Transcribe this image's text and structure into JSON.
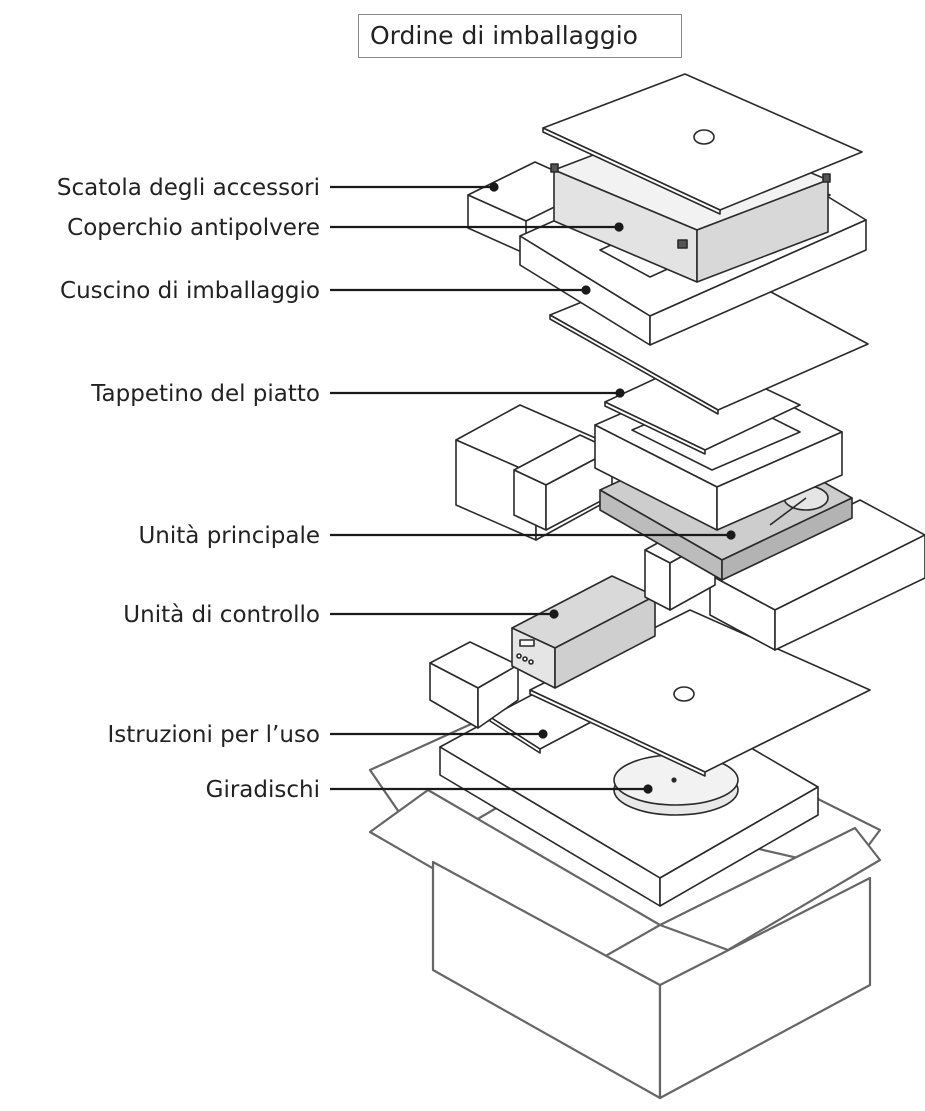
{
  "title": "Ordine di imballaggio",
  "labels": {
    "accessory_box": "Scatola degli accessori",
    "dust_cover": "Coperchio antipolvere",
    "packing_cushion": "Cuscino di imballaggio",
    "platter_mat": "Tappetino del piatto",
    "main_unit": "Unità principale",
    "control_unit": "Unità di controllo",
    "instructions": "Istruzioni per l’uso",
    "platter": "Giradischi"
  },
  "colors": {
    "line": "#2a2a2a",
    "box_edge": "#666666",
    "part_fill": "#ffffff",
    "cover_fill": "#e6e6e6",
    "unit_fill": "#cfcfcf"
  }
}
